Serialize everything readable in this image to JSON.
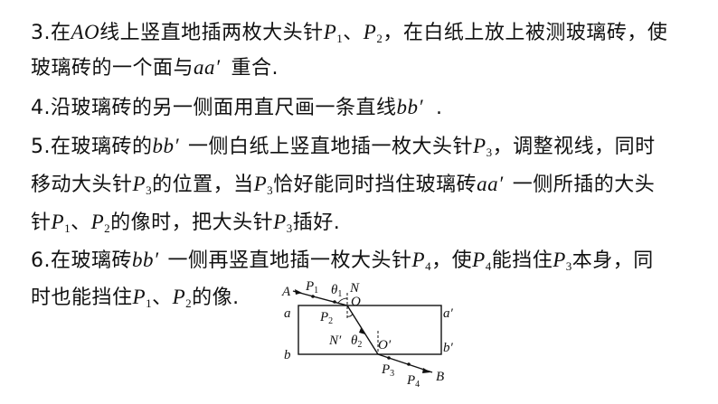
{
  "steps": [
    {
      "line1": {
        "t1": "3.在",
        "v1": "AO",
        "t2": "线上竖直地插两枚大头针",
        "v2": "P",
        "s2": "1",
        "t3": "、",
        "v3": "P",
        "s3": "2",
        "t4": "，在白纸上放上被测玻璃砖，使"
      },
      "line2": {
        "t1": "玻璃砖的一个面与",
        "v1": "aa′",
        "t2": "重合."
      }
    },
    {
      "line1": {
        "t1": "4.沿玻璃砖的另一侧面用直尺画一条直线",
        "v1": "bb′",
        "t2": "."
      }
    },
    {
      "line1": {
        "t1": "5.在玻璃砖的",
        "v1": "bb′",
        "t2": "一侧白纸上竖直地插一枚大头针",
        "v2": "P",
        "s2": "3",
        "t3": "，调整视线，同时"
      },
      "line2": {
        "t1": "移动大头针",
        "v1": "P",
        "s1": "3",
        "t2": "的位置，当",
        "v2": "P",
        "s2": "3",
        "t3": "恰好能同时挡住玻璃砖",
        "v3": "aa′",
        "t4": "一侧所插的大头"
      },
      "line3": {
        "t1": "针",
        "v1": "P",
        "s1": "1",
        "t2": "、",
        "v2": "P",
        "s2": "2",
        "t3": "的像时，把大头针",
        "v3": "P",
        "s3": "3",
        "t4": "插好."
      }
    },
    {
      "line1": {
        "t1": "6.在玻璃砖",
        "v1": "bb′",
        "t2": "一侧再竖直地插一枚大头针",
        "v2": "P",
        "s2": "4",
        "t3": "，使",
        "v3": "P",
        "s3": "4",
        "t4": "能挡住",
        "v4": "P",
        "s4": "3",
        "t5": "本身，同"
      },
      "line2": {
        "t1": "时也能挡住",
        "v1": "P",
        "s1": "1",
        "t2": "、",
        "v2": "P",
        "s2": "2",
        "t3": "的像."
      }
    }
  ],
  "figure": {
    "labels": {
      "A": "A",
      "B": "B",
      "P1": "P",
      "P1_sub": "1",
      "P2": "P",
      "P2_sub": "2",
      "P3": "P",
      "P3_sub": "3",
      "P4": "P",
      "P4_sub": "4",
      "theta1": "θ",
      "theta1_sub": "1",
      "theta2": "θ",
      "theta2_sub": "2",
      "N": "N",
      "N_prime": "N′",
      "O": "O",
      "O_prime": "O′",
      "a": "a",
      "a_prime": "a′",
      "b": "b",
      "b_prime": "b′"
    }
  }
}
